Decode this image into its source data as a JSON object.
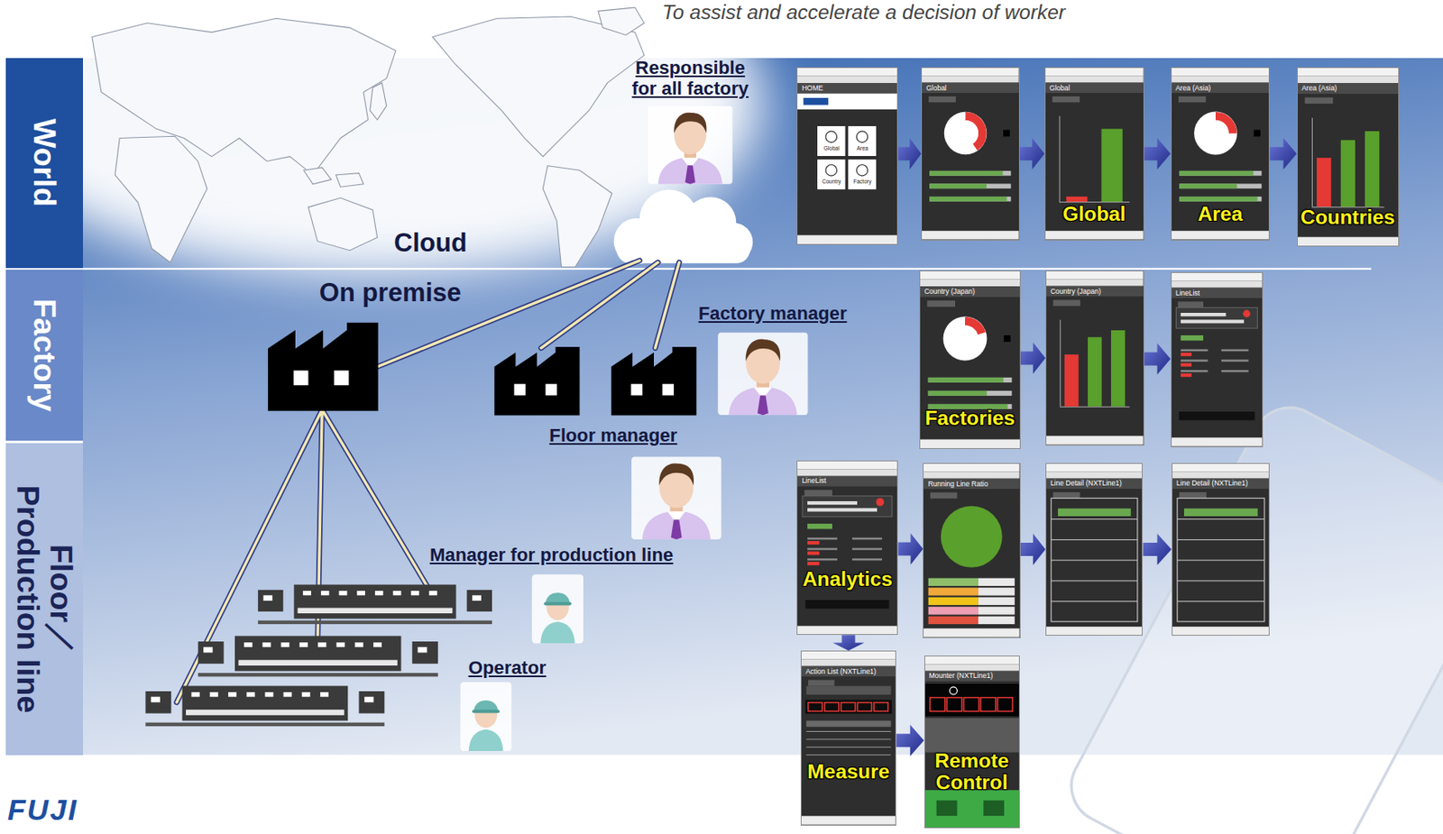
{
  "diagram": {
    "nodes": [
      {
        "text": [
          "World"
        ]
      },
      {
        "text": [
          "Factory"
        ]
      },
      {
        "text": [
          "Floor／Production line"
        ]
      },
      {
        "text": [
          "HOME",
          "Global",
          "Area",
          "Country",
          "Factory"
        ]
      },
      {
        "text": [
          "Global"
        ]
      },
      {
        "text": [
          "Global",
          "Global"
        ]
      },
      {
        "text": [
          "Area (Asia)",
          "Area"
        ]
      },
      {
        "text": [
          "Area (Asia)",
          "Countries"
        ]
      },
      {
        "text": [
          "Country (Japan)",
          "Factories"
        ]
      },
      {
        "text": [
          "Country (Japan)"
        ]
      },
      {
        "text": [
          "LineList"
        ]
      },
      {
        "text": [
          "LineList",
          "Analytics"
        ]
      },
      {
        "text": [
          "Running Line Ratio"
        ]
      },
      {
        "text": [
          "Line Detail (NXTLine1)"
        ]
      },
      {
        "text": [
          "Line Detail (NXTLine1)"
        ]
      },
      {
        "text": [
          "Action List (NXTLine1)",
          "Measure"
        ]
      },
      {
        "text": [
          "Mounter (NXTLine1)",
          "Remote Control"
        ]
      }
    ],
    "edges": [
      {
        "from": 3,
        "to": 4,
        "arrow": "to"
      },
      {
        "from": 4,
        "to": 5,
        "arrow": "to"
      },
      {
        "from": 5,
        "to": 6,
        "arrow": "to"
      },
      {
        "from": 6,
        "to": 7,
        "arrow": "to"
      },
      {
        "from": 8,
        "to": 9,
        "arrow": "to"
      },
      {
        "from": 9,
        "to": 10,
        "arrow": "to"
      },
      {
        "from": 11,
        "to": 12,
        "arrow": "to"
      },
      {
        "from": 12,
        "to": 13,
        "arrow": "to"
      },
      {
        "from": 13,
        "to": 14,
        "arrow": "to"
      },
      {
        "from": 11,
        "to": 15,
        "arrow": "to"
      },
      {
        "from": 15,
        "to": 16,
        "arrow": "to"
      }
    ],
    "labels": [
      "To assist and accelerate a decision of worker",
      "Responsible for all factory",
      "Cloud",
      "On premise",
      "Factory manager",
      "Floor manager",
      "Manager for production line",
      "Operator",
      "FUJI"
    ]
  }
}
